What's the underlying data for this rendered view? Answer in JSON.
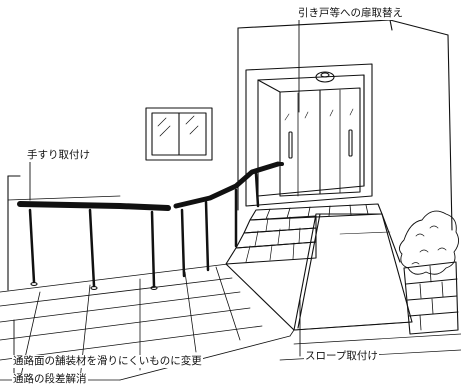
{
  "labels": {
    "door": "引き戸等への扉取替え",
    "handrail": "手すり取付け",
    "slope": "スロープ取付け",
    "floor": "通路面の舗装材を滑りにくいものに変更",
    "step": "通路の段差解消"
  },
  "colors": {
    "line": "#111111",
    "handrail": "#111111",
    "background": "#ffffff"
  }
}
